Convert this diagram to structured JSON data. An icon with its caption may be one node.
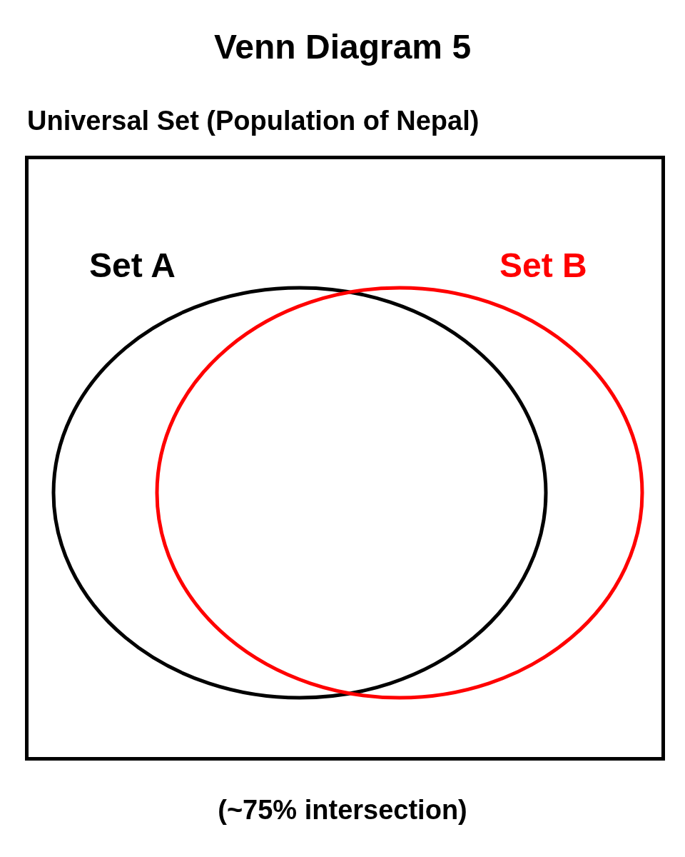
{
  "diagram": {
    "title": "Venn Diagram 5",
    "caption": "(~75% intersection)",
    "nodes": [
      {
        "text": [
          "Universal Set (Population of Nepal)"
        ]
      },
      {
        "text": [
          "Set A"
        ],
        "in": 0
      },
      {
        "text": [
          "Set B"
        ],
        "in": 0
      }
    ]
  }
}
